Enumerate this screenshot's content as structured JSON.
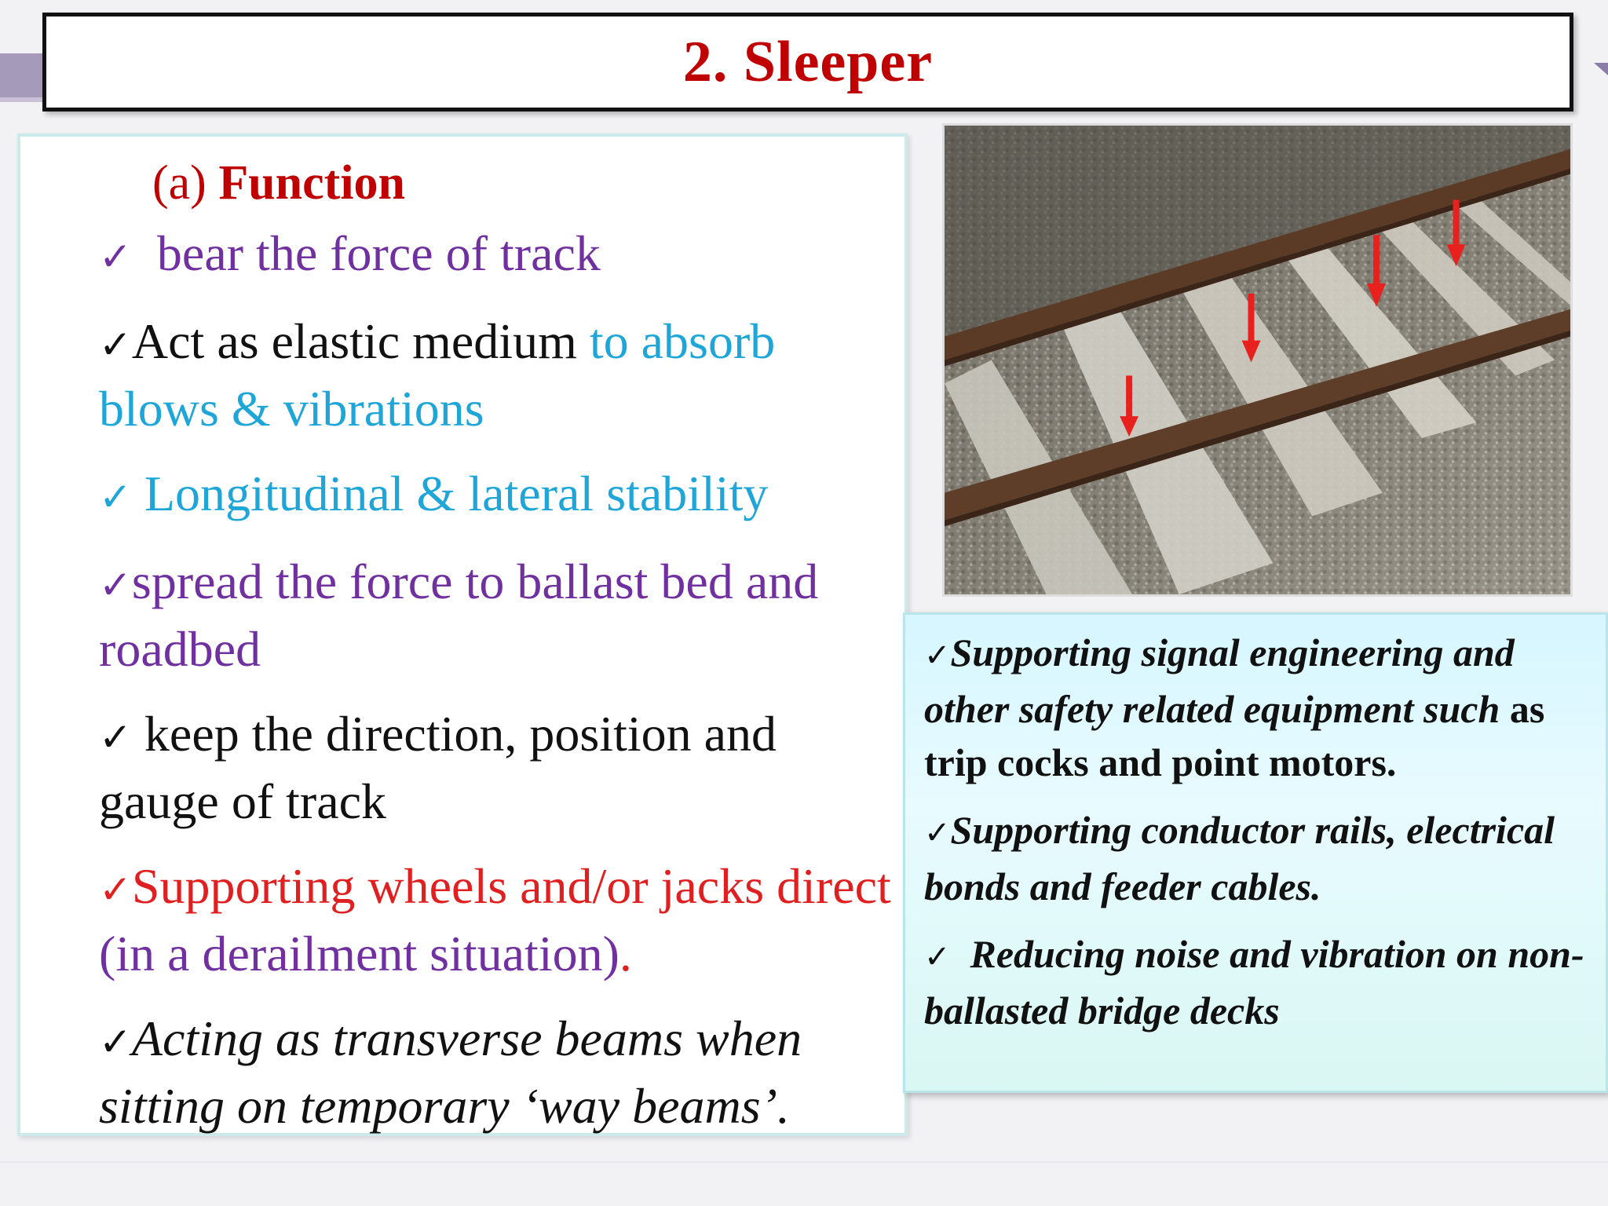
{
  "title": "2.  Sleeper",
  "left_panel": {
    "heading_prefix": "(a) ",
    "heading": "Function",
    "bullets": [
      {
        "check": "✓",
        "text": "  bear the force of track"
      },
      {
        "check": "✓",
        "text_a": "Act as elastic medium ",
        "text_b": "to absorb blows & vibrations"
      },
      {
        "check": "✓",
        "text": " Longitudinal & lateral stability"
      },
      {
        "check": "✓",
        "text": "spread the force to ballast bed and roadbed"
      },
      {
        "check": "✓",
        "text": " keep the direction, position and gauge of track"
      },
      {
        "check": "✓",
        "text_a": "Supporting wheels and/or jacks direct ",
        "text_b": "(in a derailment situation)",
        "text_c": "."
      },
      {
        "check": "✓",
        "text": "Acting as transverse beams when sitting on temporary ‘way beams’."
      }
    ]
  },
  "right_panel": {
    "bullets": [
      {
        "check": "✓",
        "italic": "Supporting signal engineering and other safety related equipment such",
        "normal": " as trip cocks and point motors."
      },
      {
        "check": "✓",
        "italic": "Supporting conductor rails, electrical bonds and feeder cables."
      },
      {
        "check": "✓",
        "italic": "  Reducing noise and vibration on non-ballasted bridge decks"
      }
    ]
  },
  "colors": {
    "title": "#c00000",
    "purple": "#7030a0",
    "cyan": "#1ea6d8",
    "red": "#e02020",
    "arrow": "#e8201e"
  },
  "image": {
    "subject": "railway track with sleepers on ballast, red downward arrows"
  }
}
